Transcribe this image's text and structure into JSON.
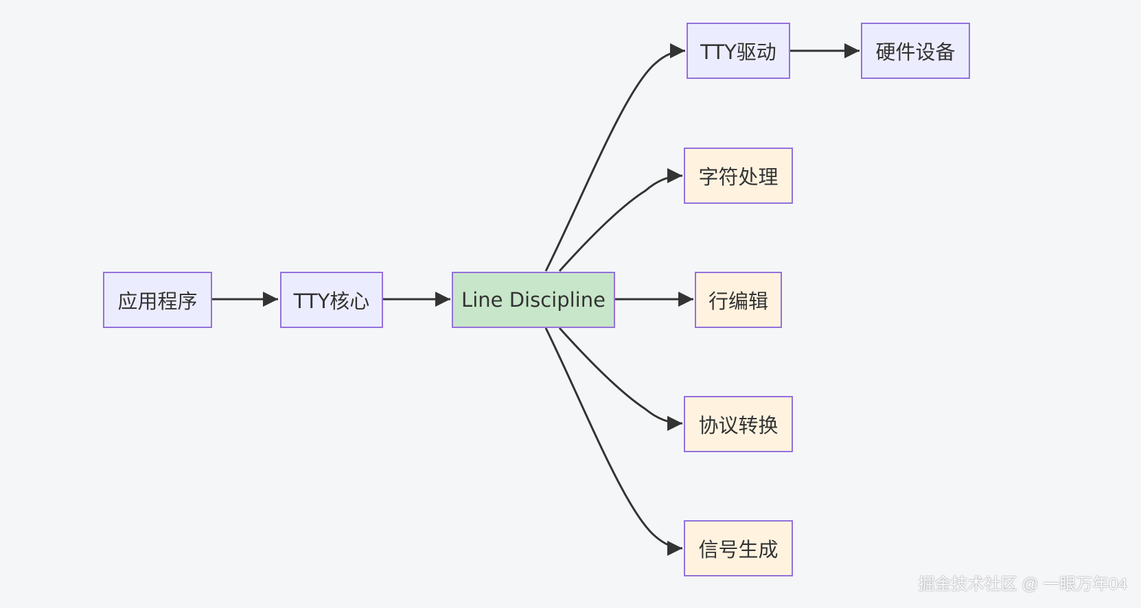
{
  "nodes": {
    "app": "应用程序",
    "tty_core": "TTY核心",
    "line_discipline": "Line Discipline",
    "tty_driver": "TTY驱动",
    "hardware": "硬件设备",
    "char_processing": "字符处理",
    "line_editing": "行编辑",
    "protocol_conversion": "协议转换",
    "signal_generation": "信号生成"
  },
  "watermark": "掘金技术社区 @ 一眼万年04",
  "colors": {
    "default_fill": "#ececff",
    "core_fill": "#c8e6c9",
    "function_fill": "#fff3e0",
    "border": "#9370db",
    "edge": "#333333",
    "background": "#f5f6f8"
  }
}
